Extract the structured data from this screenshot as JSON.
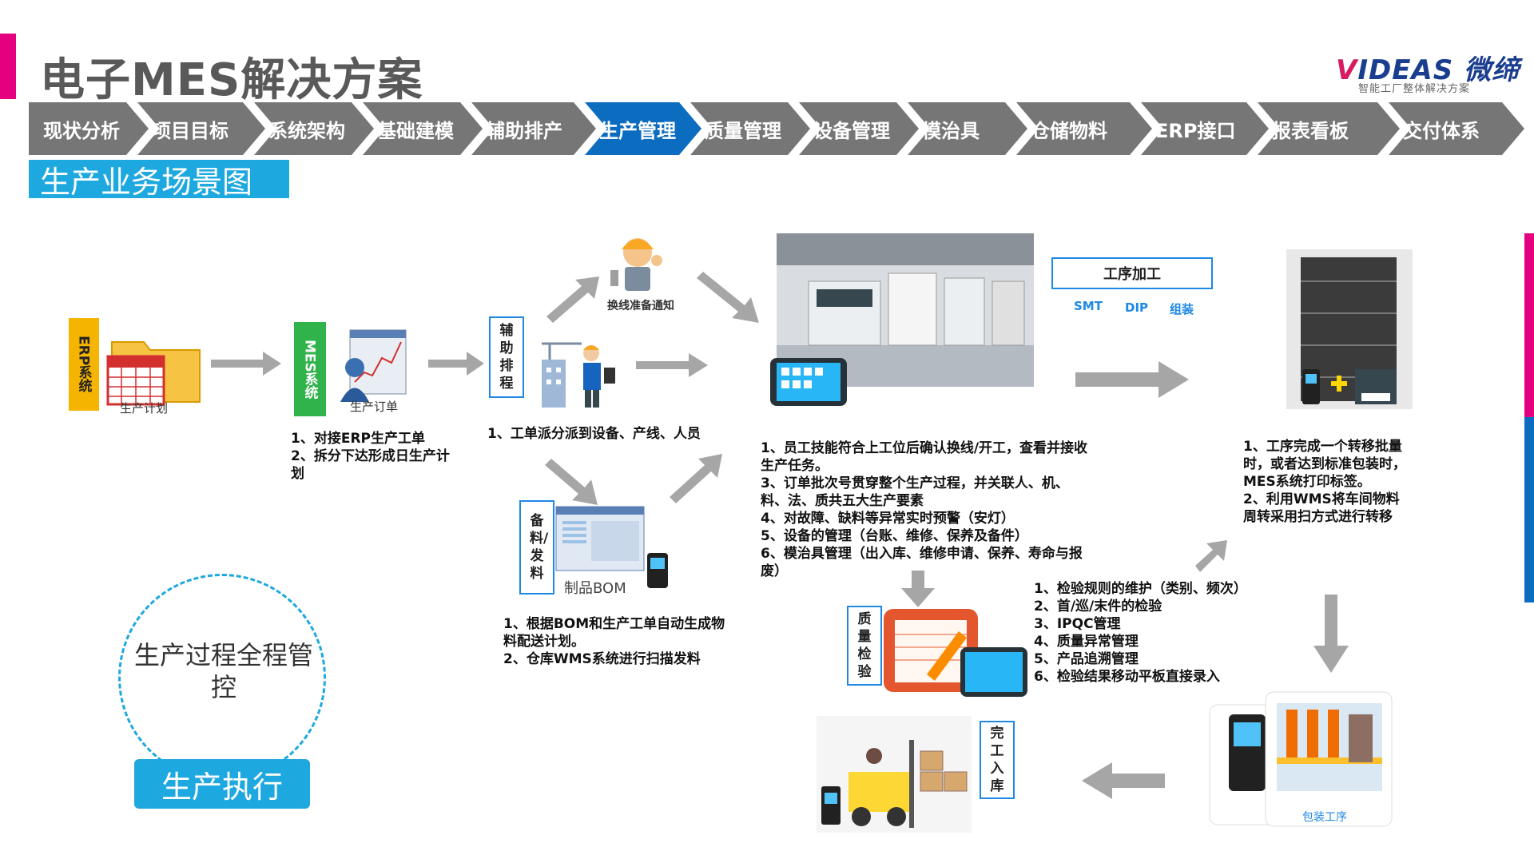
{
  "header": {
    "title": "电子MES解决方案",
    "logo_text": "VIDEAS 微缔",
    "logo_sub": "智能工厂整体解决方案"
  },
  "nav": [
    "现状分析",
    "项目目标",
    "系统架构",
    "基础建模",
    "辅助排产",
    "生产管理",
    "质量管理",
    "设备管理",
    "模治具",
    "仓储物料",
    "ERP接口",
    "报表看板",
    "交付体系"
  ],
  "section_title": "生产业务场景图",
  "labels": {
    "erp": "ERP系统",
    "mes": "MES系统",
    "plan": "生产计划",
    "order": "生产订单",
    "schedule": "辅助排程",
    "notice": "换线准备通知",
    "prep": "备料/发料",
    "bom": "制品BOM",
    "quality": "质量检验",
    "finish": "完工入库",
    "packaging": "包装工序",
    "process": "工序加工",
    "smt": "SMT",
    "dip": "DIP",
    "assembly": "组装"
  },
  "texts": {
    "mes_desc": "1、对接ERP生产工单\n2、拆分下达形成日生产计划",
    "schedule_desc": "1、工单派分派到设备、产线、人员",
    "bom_desc": "1、根据BOM和生产工单自动生成物料配送计划。\n2、仓库WMS系统进行扫描发料",
    "prod_desc": "1、员工技能符合上工位后确认换线/开工，查看并接收生产任务。\n3、订单批次号贯穿整个生产过程，并关联人、机、料、法、质共五大生产要素\n4、对故障、缺料等异常实时预警（安灯）\n5、设备的管理（台账、维修、保养及备件）\n6、模治具管理（出入库、维修申请、保养、寿命与报废）",
    "label_desc": "1、工序完成一个转移批量时，或者达到标准包装时，MES系统打印标签。\n2、利用WMS将车间物料周转采用扫方式进行转移",
    "quality_desc": "1、检验规则的维护（类别、频次）\n2、首/巡/末件的检验\n3、IPQC管理\n4、质量异常管理\n5、产品追溯管理\n6、检验结果移动平板直接录入"
  },
  "circle_text": "生产过程全程管控",
  "exec_label": "生产执行",
  "colors": {
    "nav_gray": "#767676",
    "nav_active": "#0c6cc0",
    "accent": "#1ea8e0",
    "magenta": "#e4007f"
  }
}
